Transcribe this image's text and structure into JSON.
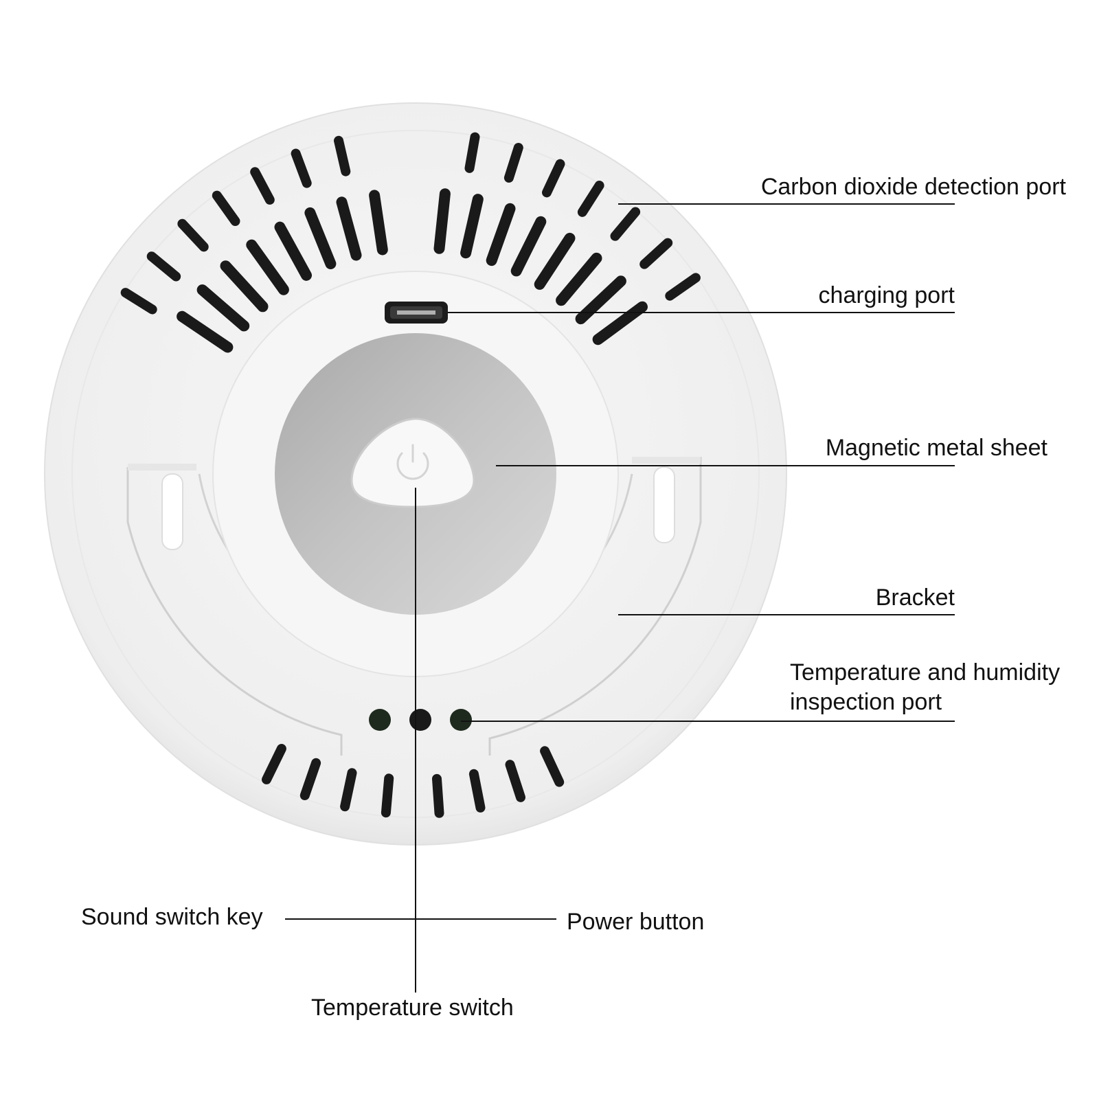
{
  "colors": {
    "background": "#ffffff",
    "housing": "#f2f2f2",
    "housing_shadow": "#d8d8d8",
    "metal_plate": "#b8b8b8",
    "vent_slot": "#1a1a1a",
    "leader_line": "#111111",
    "label_text": "#111111"
  },
  "callouts": {
    "co2_port": "Carbon dioxide detection port",
    "charging_port": "charging port",
    "metal_sheet": "Magnetic metal sheet",
    "bracket": "Bracket",
    "temp_humidity_line1": "Temperature and humidity",
    "temp_humidity_line2": "inspection port",
    "sound_switch": "Sound switch key",
    "power_button": "Power button",
    "temp_switch": "Temperature switch"
  },
  "icons": {
    "power_button": "power-icon",
    "charging_port": "micro-usb-port-icon"
  }
}
